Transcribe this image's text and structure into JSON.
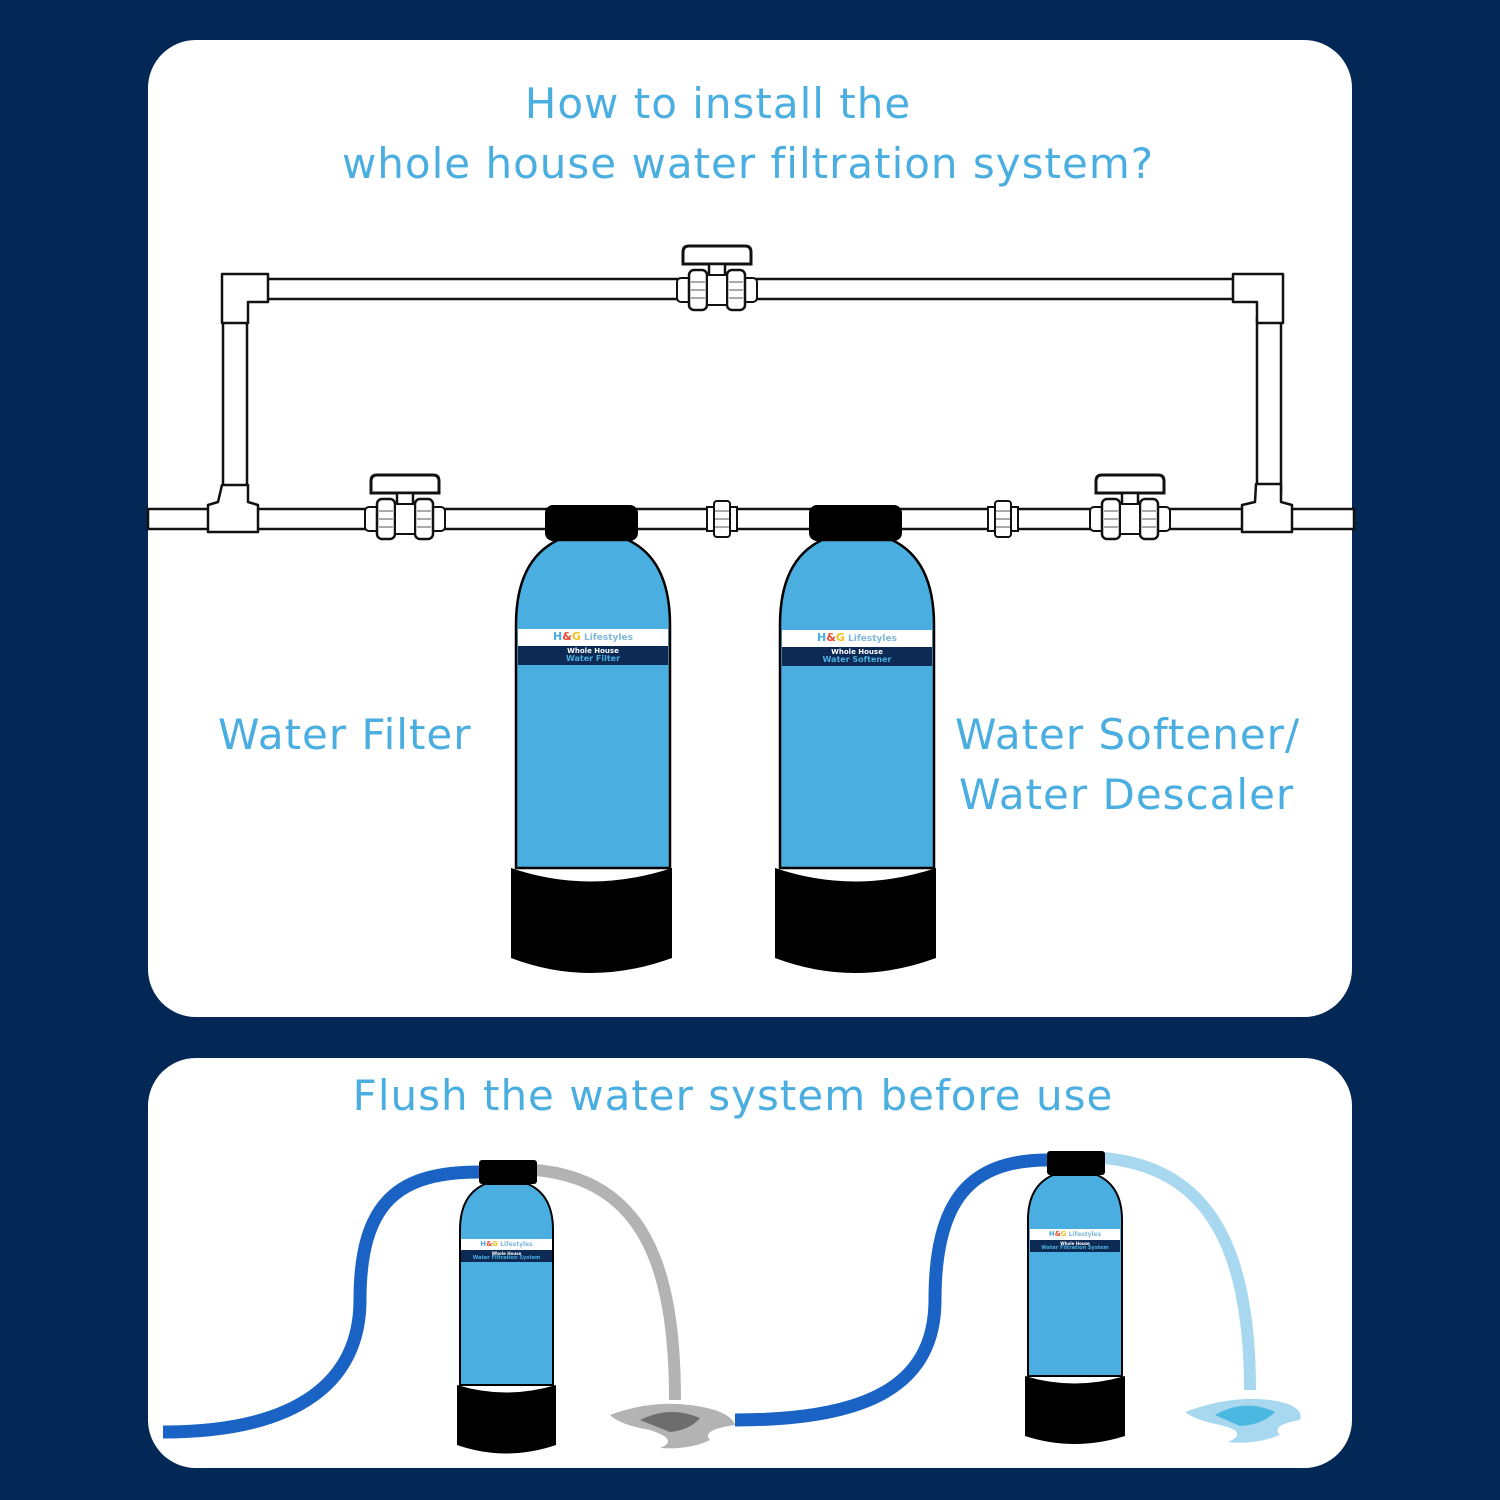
{
  "colors": {
    "background": "#032856",
    "panel": "#ffffff",
    "accent_text": "#4aaee0",
    "tank_body": "#4aaee0",
    "tank_cap": "#000000",
    "hose_in": "#1a63c4",
    "hose_out_dirty": "#b3b3b3",
    "hose_out_clean": "#a8d8f0",
    "label_band": "#0d2a55"
  },
  "install_panel": {
    "title_line_1": "How to install the",
    "title_line_2": "whole house water filtration system?",
    "left_label": "Water Filter",
    "right_label_line_1": "Water Softener/",
    "right_label_line_2": "Water Descaler",
    "tanks": [
      {
        "brand_prefix": "H",
        "brand_amp": "&",
        "brand_g": "G",
        "brand_suffix": " Lifestyles",
        "line_1": "Whole House",
        "line_2": "Water Filter"
      },
      {
        "brand_prefix": "H",
        "brand_amp": "&",
        "brand_g": "G",
        "brand_suffix": " Lifestyles",
        "line_1": "Whole House",
        "line_2": "Water Softener"
      }
    ],
    "valves": [
      "bypass-valve",
      "inlet-valve",
      "outlet-valve"
    ]
  },
  "flush_panel": {
    "title": "Flush the water system before use",
    "tanks": [
      {
        "state": "dirty-output",
        "brand_prefix": "H",
        "brand_amp": "&",
        "brand_g": "G",
        "brand_suffix": " Lifestyles",
        "line_1": "Whole House",
        "line_2": "Water Filtration System"
      },
      {
        "state": "clean-output",
        "brand_prefix": "H",
        "brand_amp": "&",
        "brand_g": "G",
        "brand_suffix": " Lifestyles",
        "line_1": "Whole House",
        "line_2": "Water Filtration System"
      }
    ]
  }
}
